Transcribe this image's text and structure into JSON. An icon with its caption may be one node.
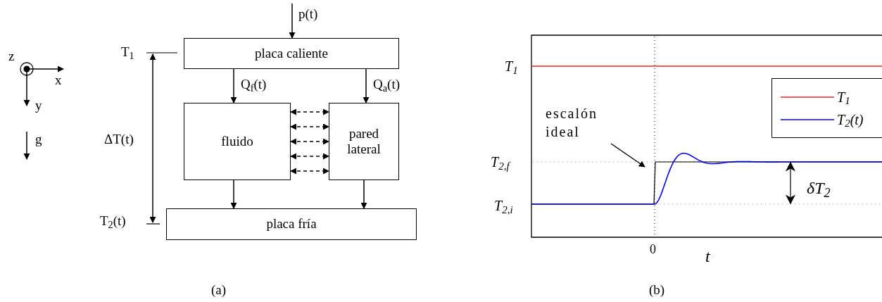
{
  "diagram": {
    "nodes": [
      {
        "text": [
          "placa caliente"
        ]
      },
      {
        "text": [
          "fluido"
        ]
      },
      {
        "text": [
          "pared lateral"
        ]
      },
      {
        "text": [
          "placa fría"
        ]
      },
      {
        "text": [
          "escalón ideal"
        ]
      },
      {
        "text": [],
        "shape": "line"
      }
    ],
    "edges": [
      {
        "from": null,
        "to": 0,
        "arrow": "to",
        "label": "p(t)"
      },
      {
        "from": 0,
        "to": 1,
        "arrow": "to",
        "label": "Q$_{f}$(t)"
      },
      {
        "from": 0,
        "to": 2,
        "arrow": "to",
        "label": "Q$_{a}$(t)"
      },
      {
        "from": 1,
        "to": 3,
        "arrow": "to"
      },
      {
        "from": 2,
        "to": 3,
        "arrow": "to"
      },
      {
        "from": 1,
        "to": 2,
        "arrow": "both",
        "style": "dashed"
      },
      {
        "from": 1,
        "to": 2,
        "arrow": "both",
        "style": "dashed"
      },
      {
        "from": 1,
        "to": 2,
        "arrow": "both",
        "style": "dashed"
      },
      {
        "from": 1,
        "to": 2,
        "arrow": "both",
        "style": "dashed"
      },
      {
        "from": 1,
        "to": 2,
        "arrow": "both",
        "style": "dashed"
      },
      {
        "from": 4,
        "to": 5,
        "arrow": "to"
      }
    ],
    "labels": [
      "z",
      "x",
      "y",
      "g⃗",
      "T$_{1}$",
      "ΔT(t)",
      "T$_{2}$(t)",
      "(a)",
      "T$_{1}$",
      "T$_{2,f}$",
      "T$_{2,i}$",
      "0",
      "t",
      "δT$_{2}$",
      "(b)"
    ],
    "legend": [
      {
        "text": "T$_{1}$"
      },
      {
        "text": "T$_{2}$(t)"
      }
    ]
  }
}
